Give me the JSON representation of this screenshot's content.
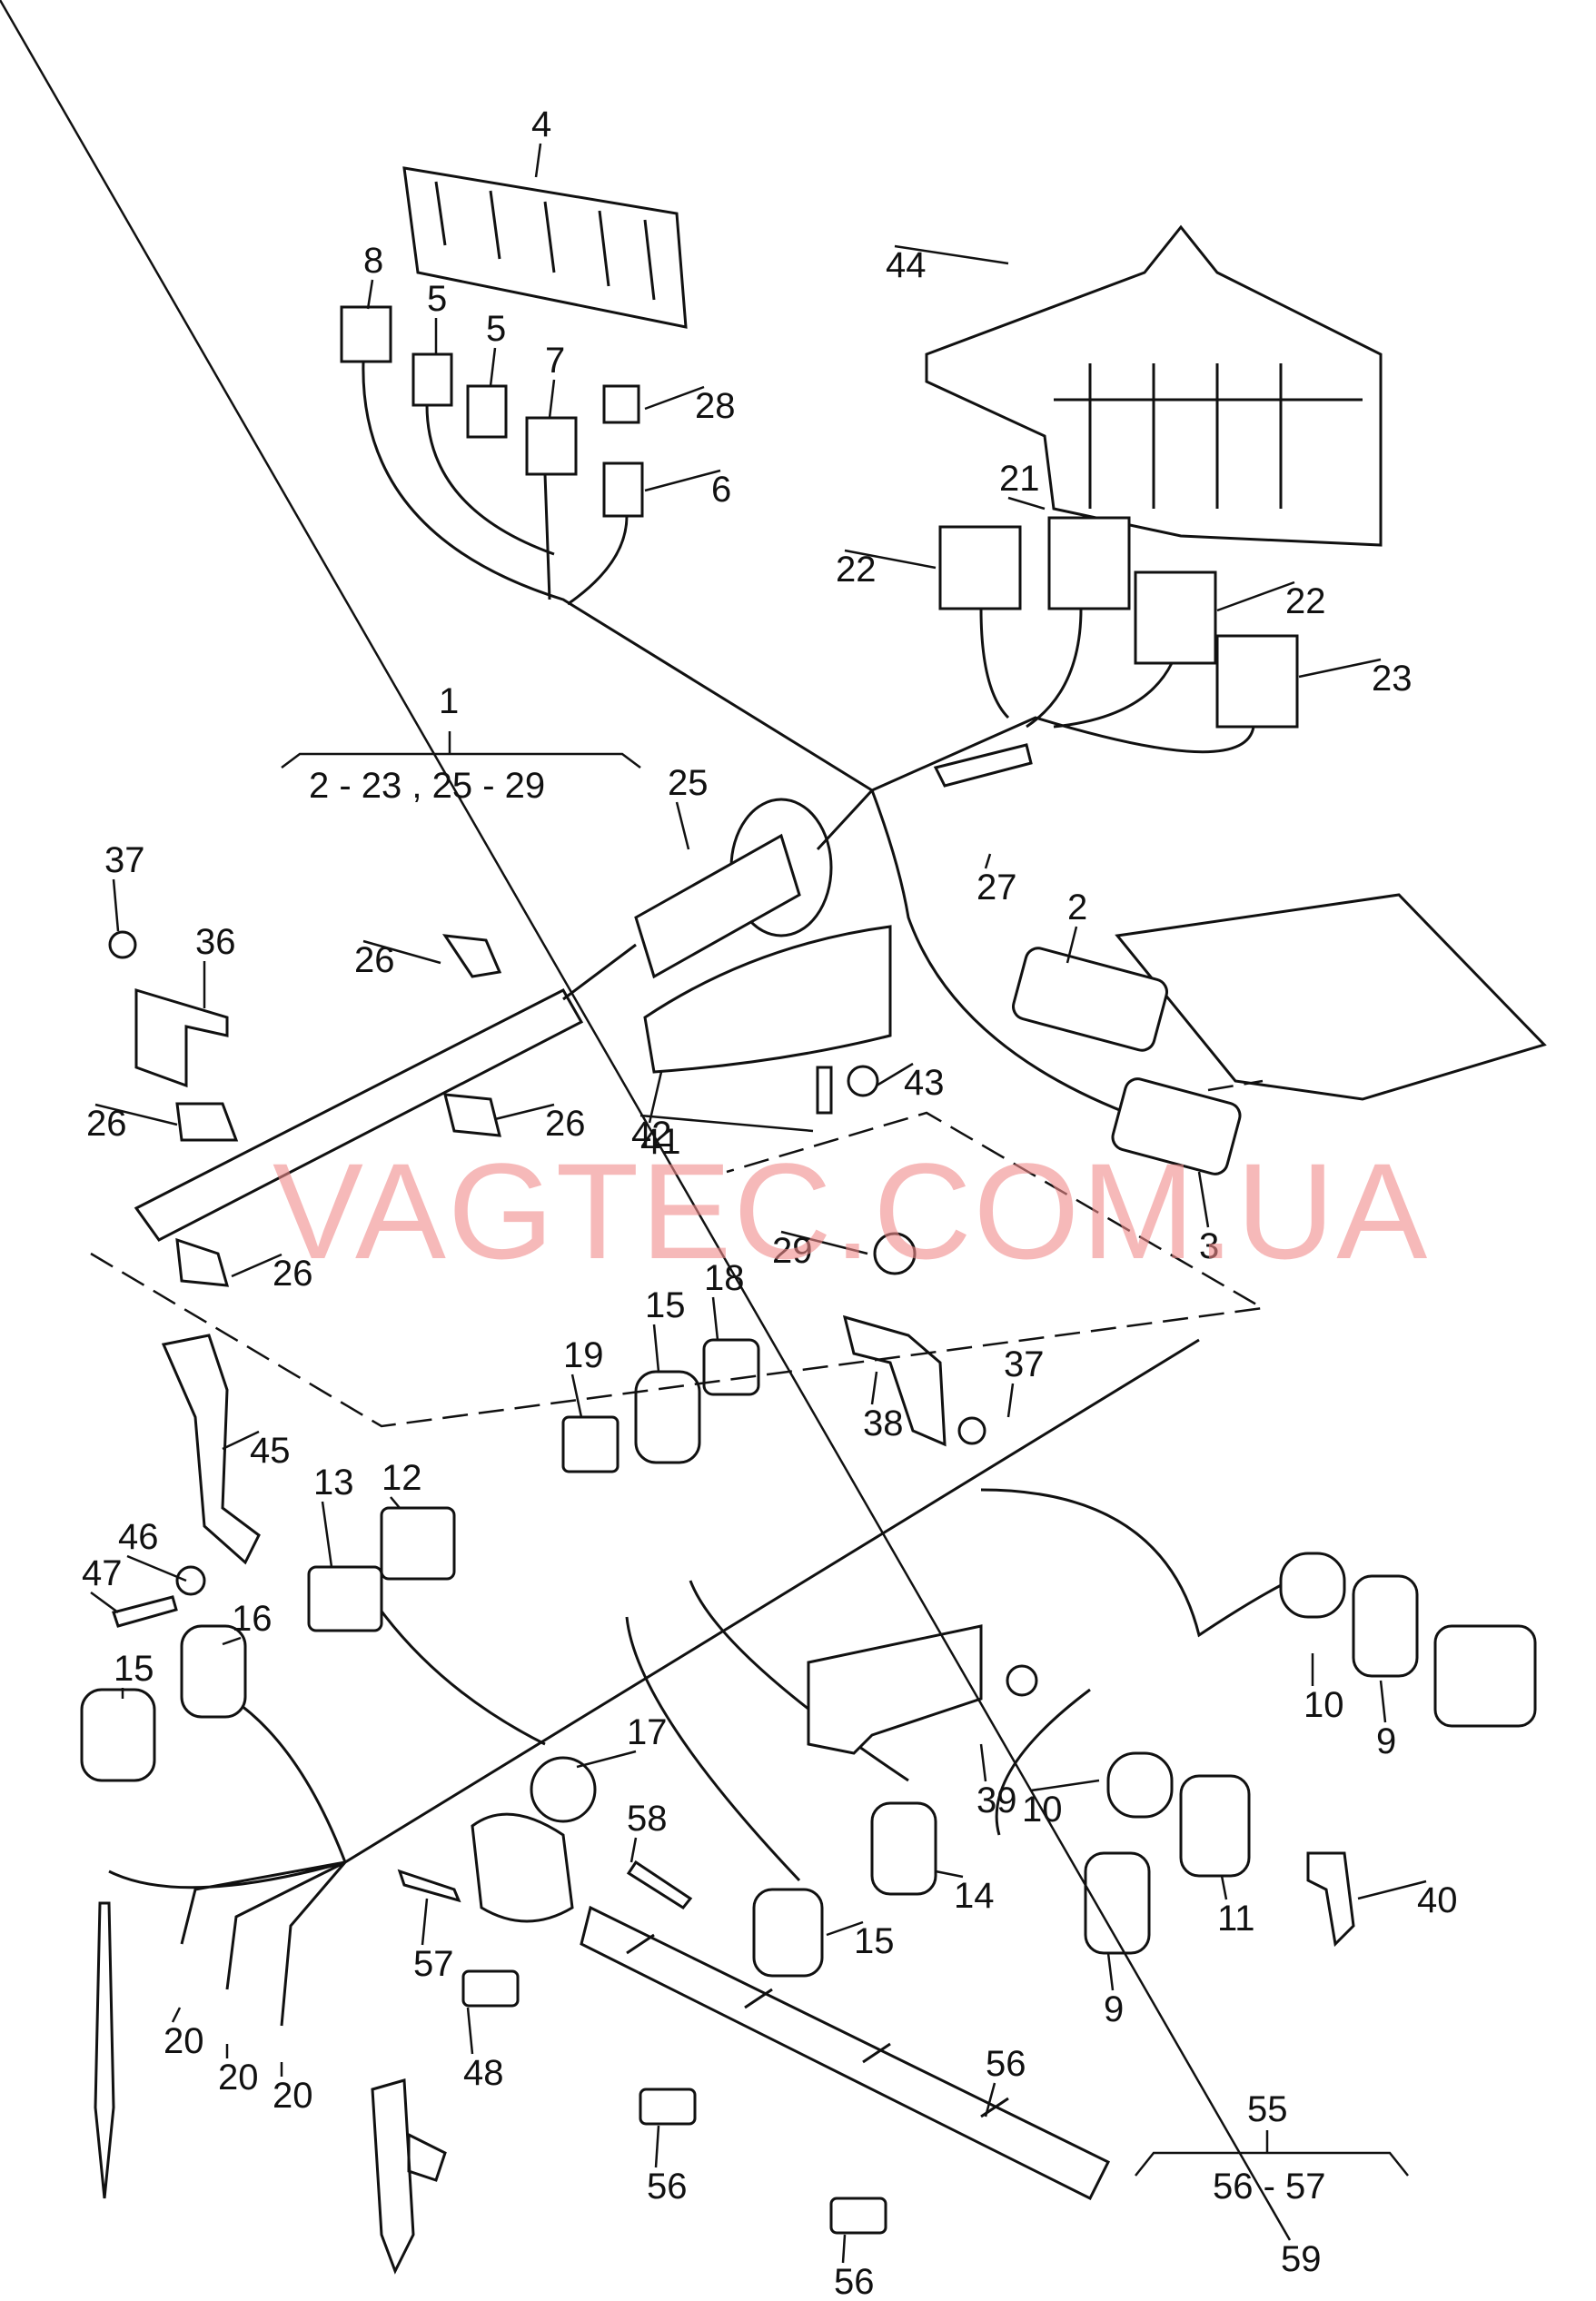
{
  "watermark": "VAGTEC.COM.UA",
  "groups": {
    "harness": {
      "num": "1",
      "range": "2 - 23 , 25 - 29"
    },
    "kit": {
      "num": "55",
      "range": "56 - 57"
    }
  },
  "callouts": [
    "2",
    "3",
    "4",
    "5",
    "5",
    "6",
    "7",
    "8",
    "9",
    "9",
    "10",
    "10",
    "11",
    "12",
    "13",
    "14",
    "15",
    "15",
    "15",
    "16",
    "17",
    "18",
    "19",
    "20",
    "20",
    "20",
    "21",
    "22",
    "22",
    "23",
    "25",
    "26",
    "26",
    "26",
    "26",
    "27",
    "28",
    "29",
    "36",
    "37",
    "37",
    "38",
    "39",
    "40",
    "41",
    "42",
    "43",
    "44",
    "45",
    "46",
    "47",
    "48",
    "56",
    "56",
    "56",
    "57",
    "58",
    "59"
  ]
}
